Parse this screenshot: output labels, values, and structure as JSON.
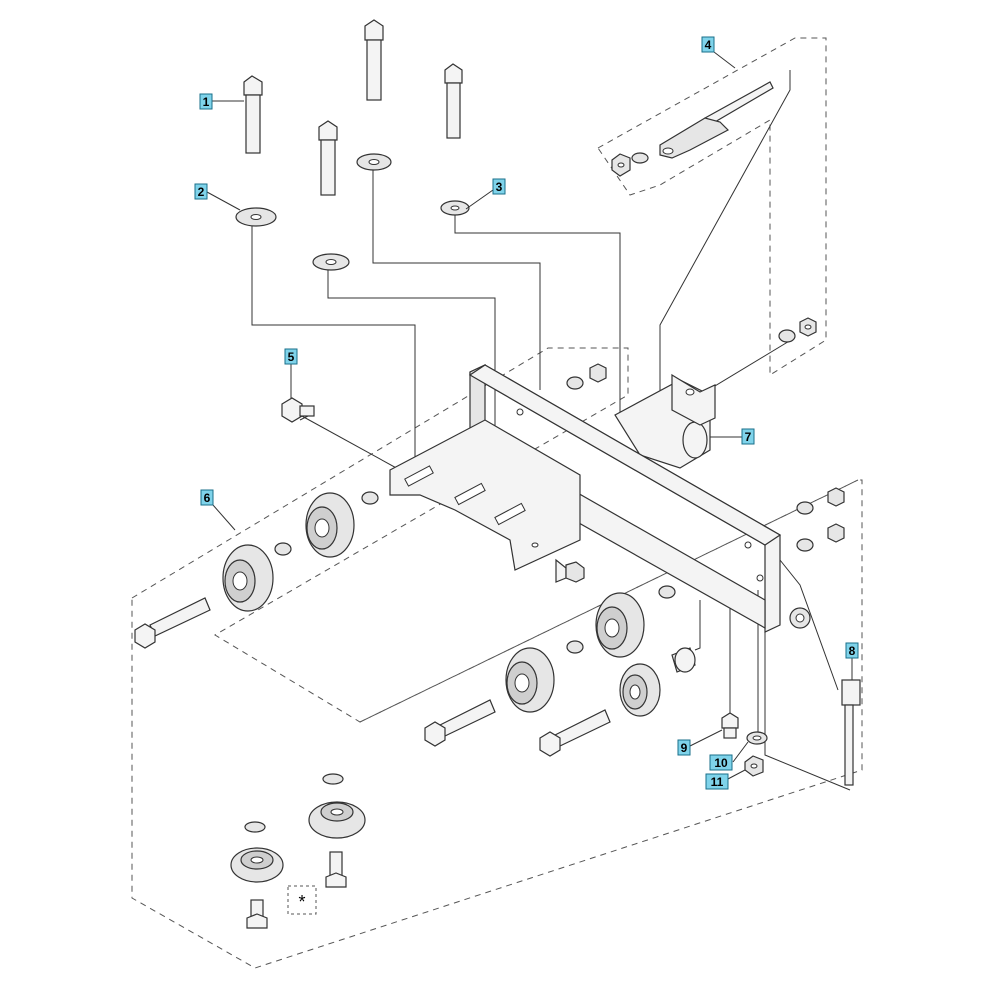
{
  "callouts": [
    {
      "id": "c1",
      "label": "1"
    },
    {
      "id": "c2",
      "label": "2"
    },
    {
      "id": "c3",
      "label": "3"
    },
    {
      "id": "c4",
      "label": "4"
    },
    {
      "id": "c5",
      "label": "5"
    },
    {
      "id": "c6",
      "label": "6"
    },
    {
      "id": "c7",
      "label": "7"
    },
    {
      "id": "c8",
      "label": "8"
    },
    {
      "id": "c9",
      "label": "9"
    },
    {
      "id": "c10",
      "label": "10"
    },
    {
      "id": "c11",
      "label": "11"
    }
  ],
  "note_marker": "*",
  "colors": {
    "callout_fill": "#7fd3ea",
    "line": "#333333",
    "part_fill": "#e6e6e6"
  }
}
